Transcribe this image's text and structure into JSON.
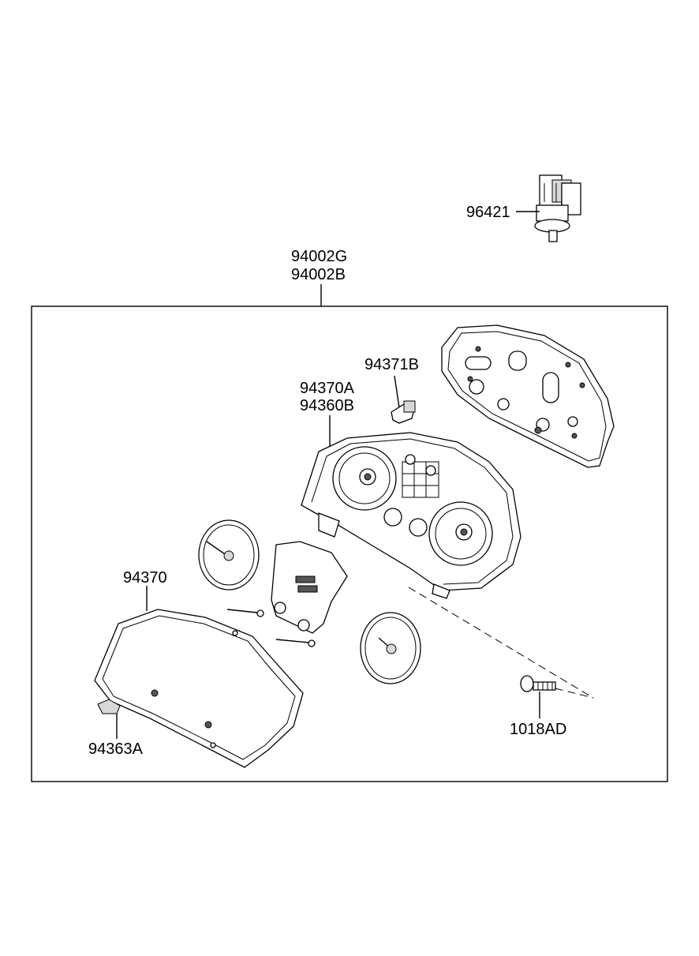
{
  "labels": {
    "sensor": "96421",
    "assembly_1": "94002G",
    "assembly_2": "94002B",
    "bulb": "94371B",
    "case_1": "94370A",
    "case_2": "94360B",
    "lens": "94370",
    "clip": "94363A",
    "screw": "1018AD"
  },
  "icons": {
    "sensor": "speed-sensor-icon",
    "back_plate": "circuit-board-icon",
    "bulb": "bulb-icon",
    "case": "cluster-case-icon",
    "gauge": "gauge-face-icon",
    "bracket": "bracket-icon",
    "lens": "cluster-lens-icon",
    "clip": "clip-icon",
    "screw": "screw-icon"
  }
}
